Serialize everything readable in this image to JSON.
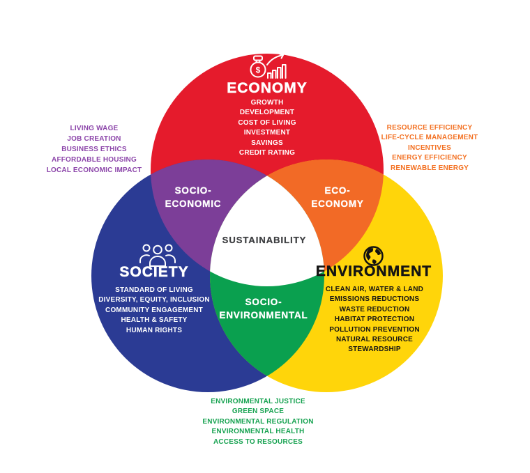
{
  "colors": {
    "economy_red": "#E51B2C",
    "society_blue": "#2B3B94",
    "environment_yellow": "#FFD50A",
    "socio_economic_purple": "#7C3E98",
    "eco_economy_orange": "#F26A26",
    "socio_environmental_green": "#0AA04F",
    "outer_purple_text": "#8B44A9",
    "outer_orange_text": "#F37021",
    "outer_green_text": "#16A250",
    "sustainability_text": "#3F4043"
  },
  "center": {
    "label": "SUSTAINABILITY"
  },
  "economy": {
    "title": "ECONOMY",
    "icon_symbol": "$",
    "items": [
      "GROWTH",
      "DEVELOPMENT",
      "COST OF LIVING",
      "INVESTMENT",
      "SAVINGS",
      "CREDIT RATING"
    ]
  },
  "society": {
    "title": "SOCIETY",
    "items": [
      "STANDARD OF LIVING",
      "DIVERSITY, EQUITY, INCLUSION",
      "COMMUNITY ENGAGEMENT",
      "HEALTH & SAFETY",
      "HUMAN RIGHTS"
    ]
  },
  "environment": {
    "title": "ENVIRONMENT",
    "items": [
      "CLEAN AIR, WATER & LAND",
      "EMISSIONS REDUCTIONS",
      "WASTE REDUCTION",
      "HABITAT PROTECTION",
      "POLLUTION PREVENTION",
      "NATURAL RESOURCE",
      "STEWARDSHIP"
    ]
  },
  "socio_economic": {
    "label": "SOCIO-\nECONOMIC",
    "outer_items": [
      "LIVING WAGE",
      "JOB CREATION",
      "BUSINESS ETHICS",
      "AFFORDABLE HOUSING",
      "LOCAL ECONOMIC IMPACT"
    ]
  },
  "eco_economy": {
    "label": "ECO-\nECONOMY",
    "outer_items": [
      "RESOURCE EFFICIENCY",
      "LIFE-CYCLE MANAGEMENT",
      "INCENTIVES",
      "ENERGY EFFICIENCY",
      "RENEWABLE ENERGY"
    ]
  },
  "socio_environmental": {
    "label": "SOCIO-\nENVIRONMENTAL",
    "outer_items": [
      "ENVIRONMENTAL JUSTICE",
      "GREEN SPACE",
      "ENVIRONMENTAL REGULATION",
      "ENVIRONMENTAL HEALTH",
      "ACCESS TO RESOURCES"
    ]
  }
}
